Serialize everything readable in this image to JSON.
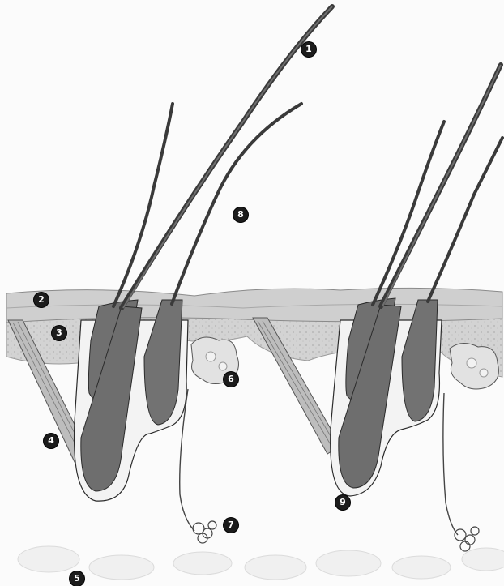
{
  "diagram": {
    "callouts": [
      {
        "id": "c1",
        "label": "1"
      },
      {
        "id": "c2",
        "label": "2"
      },
      {
        "id": "c3",
        "label": "3"
      },
      {
        "id": "c4",
        "label": "4"
      },
      {
        "id": "c5",
        "label": "5"
      },
      {
        "id": "c6",
        "label": "6"
      },
      {
        "id": "c7",
        "label": "7"
      },
      {
        "id": "c8",
        "label": "8"
      },
      {
        "id": "c9",
        "label": "9"
      }
    ]
  },
  "colors": {
    "hair": "#3a3a3a",
    "follicle_fill": "#6e6e6e",
    "epidermis": "#c9c9c9",
    "dermis": "#dcdcdc",
    "gland": "#d6d6d6",
    "fat": "#eeeeee",
    "outline": "#2a2a2a"
  }
}
